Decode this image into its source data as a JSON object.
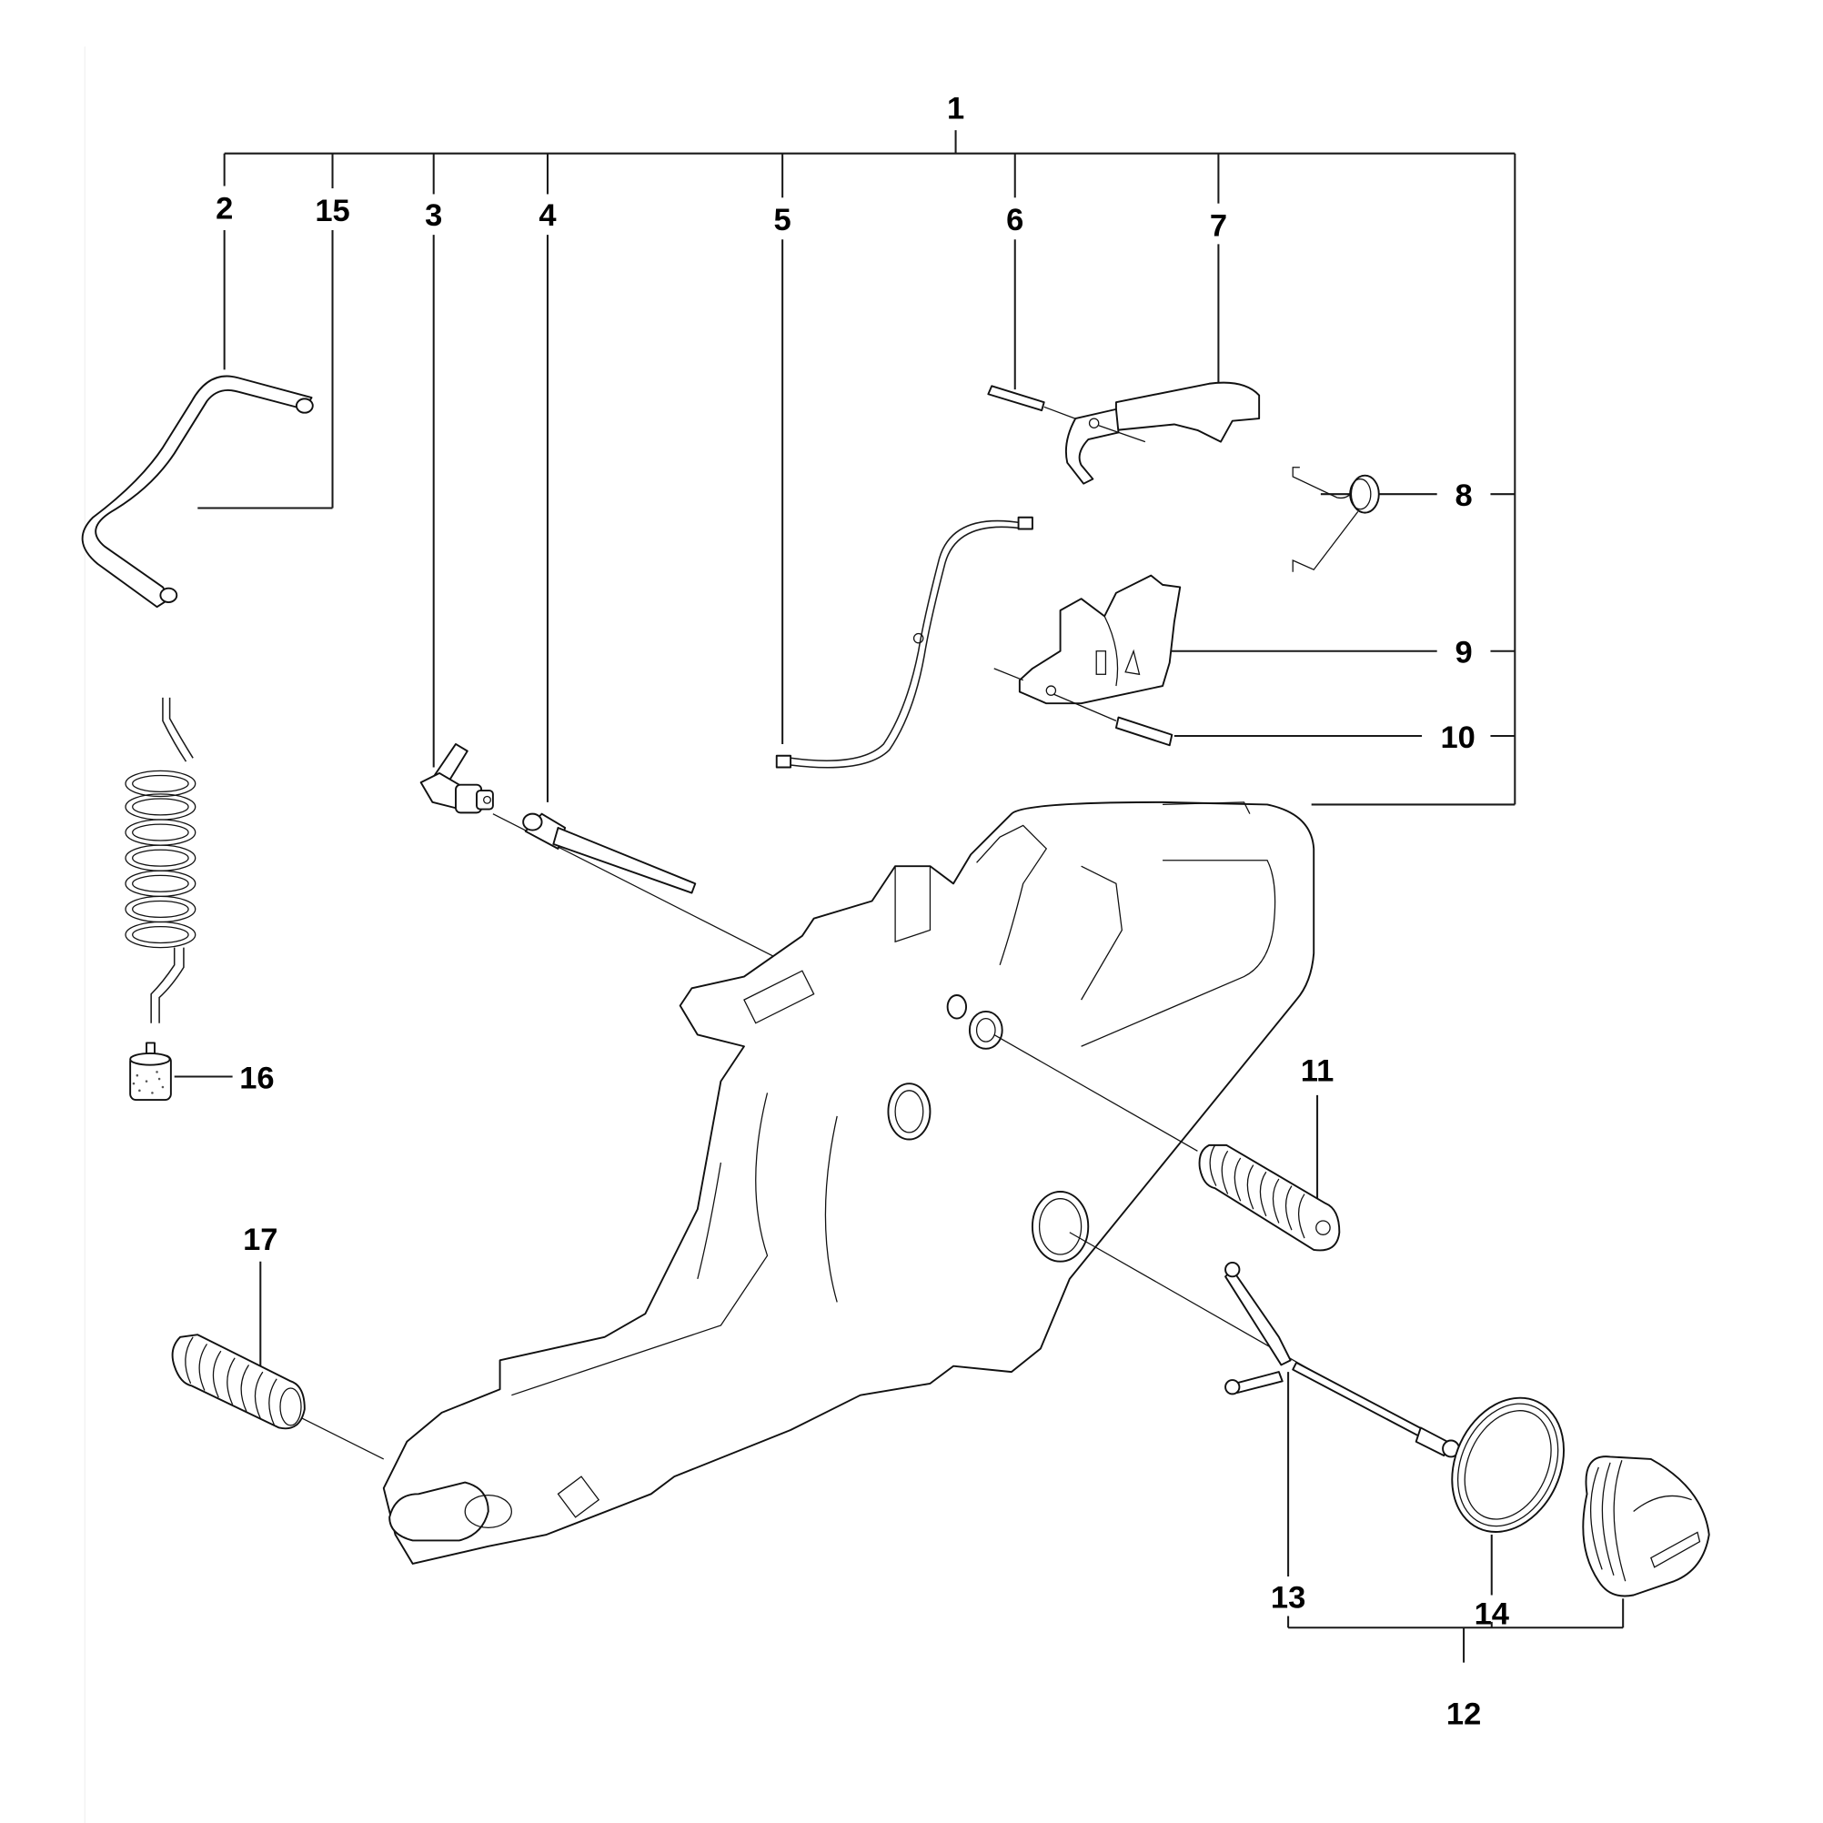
{
  "diagram": {
    "title": "Tank assembly exploded view",
    "callouts": [
      {
        "id": "1",
        "text": "1"
      },
      {
        "id": "2",
        "text": "2"
      },
      {
        "id": "3",
        "text": "3"
      },
      {
        "id": "4",
        "text": "4"
      },
      {
        "id": "5",
        "text": "5"
      },
      {
        "id": "6",
        "text": "6"
      },
      {
        "id": "7",
        "text": "7"
      },
      {
        "id": "8",
        "text": "8"
      },
      {
        "id": "9",
        "text": "9"
      },
      {
        "id": "10",
        "text": "10"
      },
      {
        "id": "11",
        "text": "11"
      },
      {
        "id": "12",
        "text": "12"
      },
      {
        "id": "13",
        "text": "13"
      },
      {
        "id": "14",
        "text": "14"
      },
      {
        "id": "15",
        "text": "15"
      },
      {
        "id": "16",
        "text": "16"
      },
      {
        "id": "17",
        "text": "17"
      }
    ],
    "parts": [
      {
        "callout": "1",
        "name": "tank-housing-with-rear-handle"
      },
      {
        "callout": "2",
        "name": "hose"
      },
      {
        "callout": "3",
        "name": "elbow-valve"
      },
      {
        "callout": "4",
        "name": "rod"
      },
      {
        "callout": "5",
        "name": "cable"
      },
      {
        "callout": "6",
        "name": "pin"
      },
      {
        "callout": "7",
        "name": "throttle-trigger"
      },
      {
        "callout": "8",
        "name": "spring"
      },
      {
        "callout": "9",
        "name": "throttle-lockout"
      },
      {
        "callout": "10",
        "name": "pin"
      },
      {
        "callout": "11",
        "name": "anti-vibration-spring"
      },
      {
        "callout": "12",
        "name": "cap-kit"
      },
      {
        "callout": "13",
        "name": "retaining-strap"
      },
      {
        "callout": "14",
        "name": "o-ring"
      },
      {
        "callout": "15",
        "name": "fuel-hose"
      },
      {
        "callout": "16",
        "name": "fuel-filter"
      },
      {
        "callout": "17",
        "name": "anti-vibration-spring"
      }
    ]
  }
}
